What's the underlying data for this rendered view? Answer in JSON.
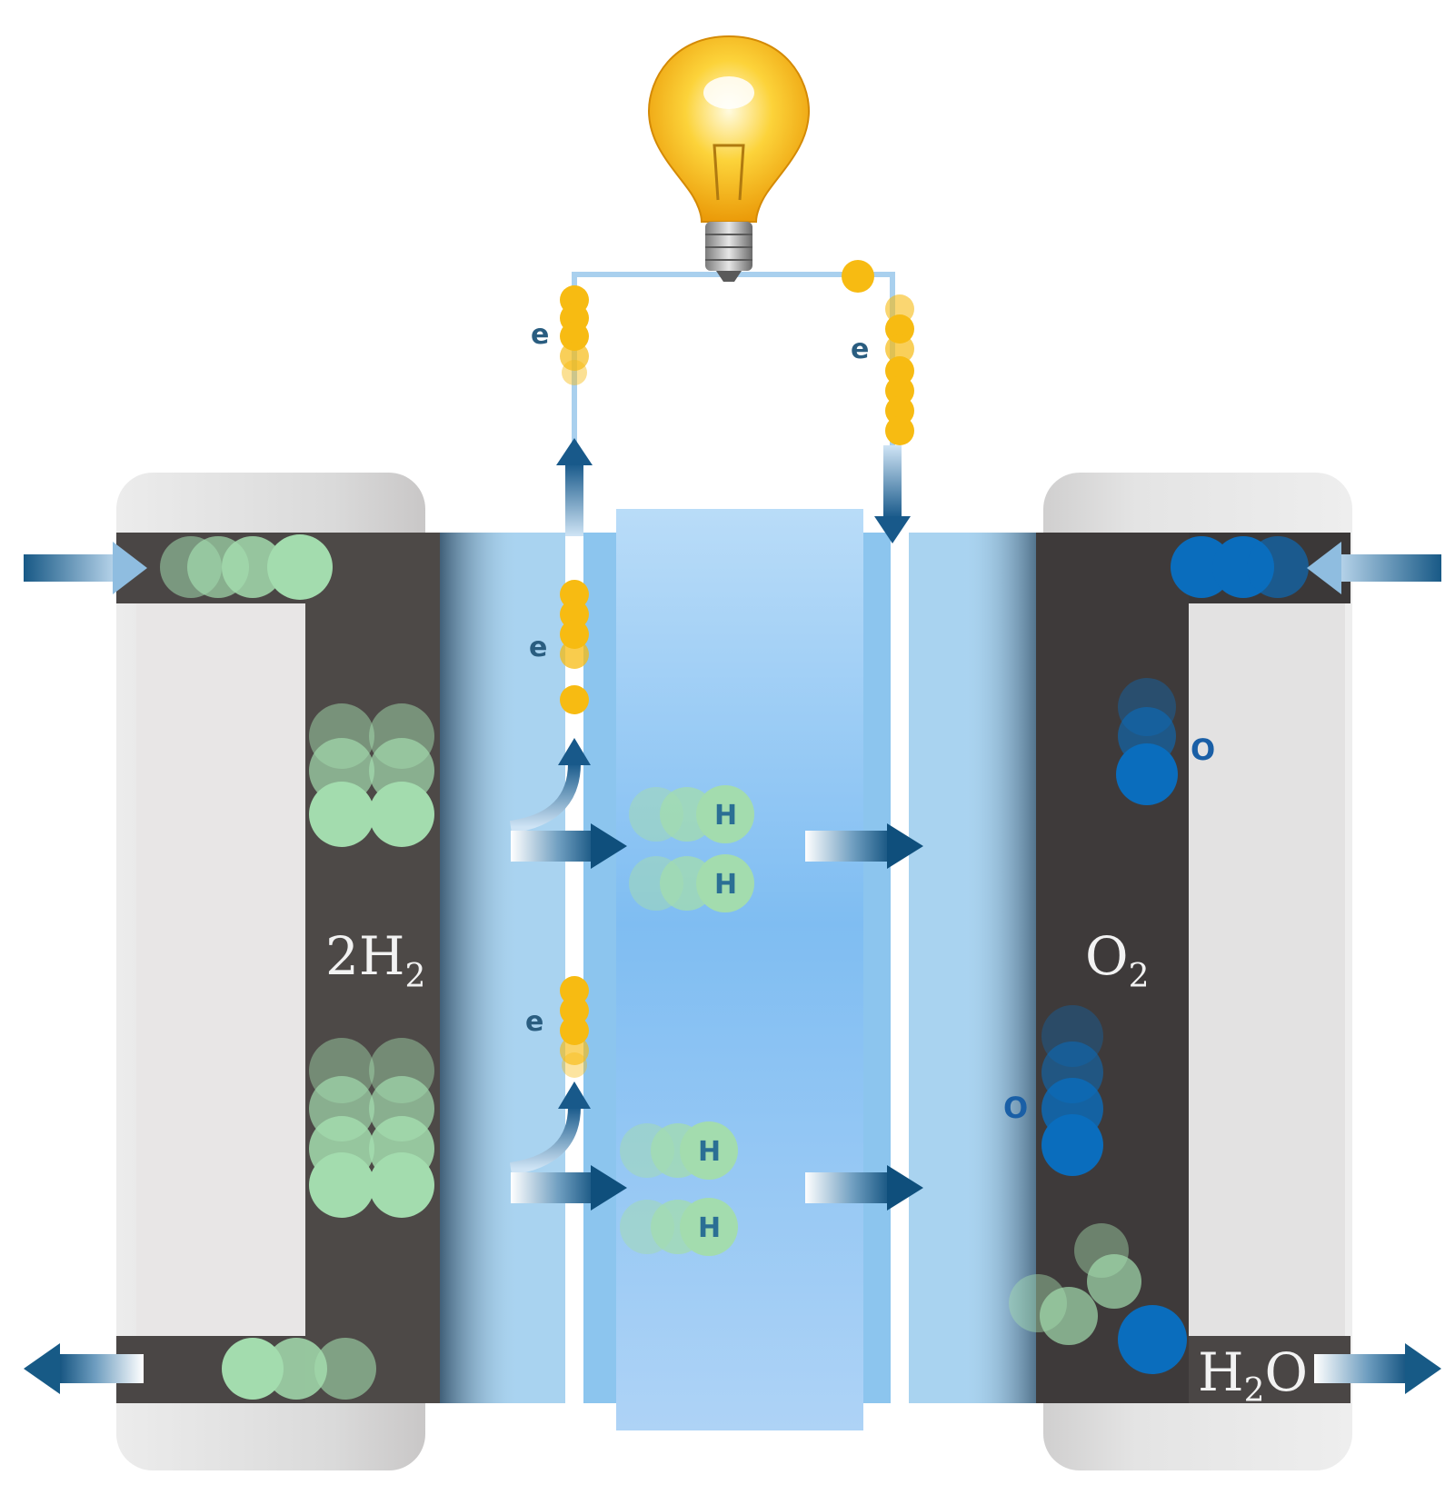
{
  "labels": {
    "electron": "e",
    "hydrogen_ion": "H",
    "oxygen_atom": "O",
    "anode_species": "2H",
    "anode_species_sub": "2",
    "cathode_species": "O",
    "cathode_species_sub": "2",
    "product_main": "H",
    "product_sub": "2",
    "product_tail": "O"
  },
  "colors": {
    "hydrogen": "#a3dcae",
    "oxygen": "#0a6dbd",
    "electron": "#f7bb12",
    "membrane": "#86c3f3",
    "electrode": "#4a4645",
    "housing": "#dcdcdc",
    "arrow": "#175a86"
  },
  "icons": [
    "light-bulb-icon",
    "arrow-right-icon",
    "arrow-left-icon",
    "arrow-up-icon",
    "arrow-down-icon"
  ]
}
